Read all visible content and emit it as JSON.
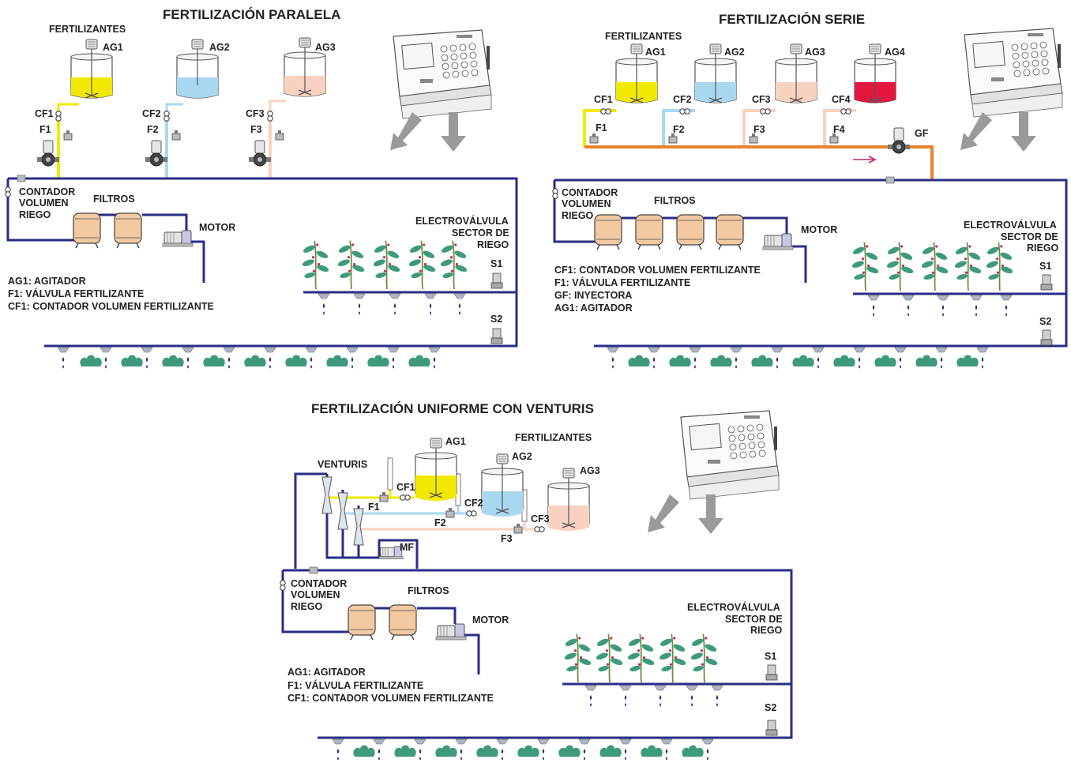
{
  "colors": {
    "main_pipe": "#2a2d86",
    "yellow": "#f2e900",
    "blue": "#a8d8ef",
    "peach": "#f7d2c0",
    "red": "#e2163f",
    "orange": "#e8822a",
    "leaf": "#3f9a7d",
    "drip": "#2a2d86",
    "filter_tank": "#f3c9a1",
    "arrow": "#9a9a9a",
    "flow_arrow": "#c2296d"
  },
  "parallel": {
    "title": "FERTILIZACIÓN PARALELA",
    "fertilizers_label": "FERTILIZANTES",
    "tanks": [
      {
        "agitator": "AG1",
        "meter": "CF1",
        "valve": "F1",
        "color": "yellow"
      },
      {
        "agitator": "AG2",
        "meter": "CF2",
        "valve": "F2",
        "color": "blue"
      },
      {
        "agitator": "AG3",
        "meter": "CF3",
        "valve": "F3",
        "color": "peach"
      }
    ],
    "counter_label": [
      "CONTADOR",
      "VOLUMEN",
      "RIEGO"
    ],
    "filters_label": "FILTROS",
    "motor_label": "MOTOR",
    "valve_label": [
      "ELECTROVÁLVULA",
      "SECTOR DE",
      "RIEGO"
    ],
    "sector1": "S1",
    "sector2": "S2",
    "legend": [
      "AG1: AGITADOR",
      "F1: VÁLVULA FERTILIZANTE",
      "CF1: CONTADOR VOLUMEN FERTILIZANTE"
    ]
  },
  "serie": {
    "title": "FERTILIZACIÓN SERIE",
    "fertilizers_label": "FERTILIZANTES",
    "tanks": [
      {
        "agitator": "AG1",
        "meter": "CF1",
        "valve": "F1",
        "color": "yellow"
      },
      {
        "agitator": "AG2",
        "meter": "CF2",
        "valve": "F2",
        "color": "blue"
      },
      {
        "agitator": "AG3",
        "meter": "CF3",
        "valve": "F3",
        "color": "peach"
      },
      {
        "agitator": "AG4",
        "meter": "CF4",
        "valve": "F4",
        "color": "red"
      }
    ],
    "injector_label": "GF",
    "counter_label": [
      "CONTADOR",
      "VOLUMEN",
      "RIEGO"
    ],
    "filters_label": "FILTROS",
    "motor_label": "MOTOR",
    "valve_label": [
      "ELECTROVÁLVULA",
      "SECTOR DE",
      "RIEGO"
    ],
    "sector1": "S1",
    "sector2": "S2",
    "legend": [
      "CF1: CONTADOR VOLUMEN FERTILIZANTE",
      "F1: VÁLVULA FERTILIZANTE",
      "GF: INYECTORA",
      "AG1: AGITADOR"
    ]
  },
  "venturi": {
    "title": "FERTILIZACIÓN UNIFORME CON VENTURIS",
    "fertilizers_label": "FERTILIZANTES",
    "venturis_label": "VENTURIS",
    "mf_label": "MF",
    "tanks": [
      {
        "agitator": "AG1",
        "meter": "CF1",
        "valve": "F1",
        "color": "yellow"
      },
      {
        "agitator": "AG2",
        "meter": "CF2",
        "valve": "F2",
        "color": "blue"
      },
      {
        "agitator": "AG3",
        "meter": "CF3",
        "valve": "F3",
        "color": "peach"
      }
    ],
    "counter_label": [
      "CONTADOR",
      "VOLUMEN",
      "RIEGO"
    ],
    "filters_label": "FILTROS",
    "motor_label": "MOTOR",
    "valve_label": [
      "ELECTROVÁLVULA",
      "SECTOR DE",
      "RIEGO"
    ],
    "sector1": "S1",
    "sector2": "S2",
    "legend": [
      "AG1: AGITADOR",
      "F1: VÁLVULA FERTILIZANTE",
      "CF1: CONTADOR VOLUMEN FERTILIZANTE"
    ]
  }
}
